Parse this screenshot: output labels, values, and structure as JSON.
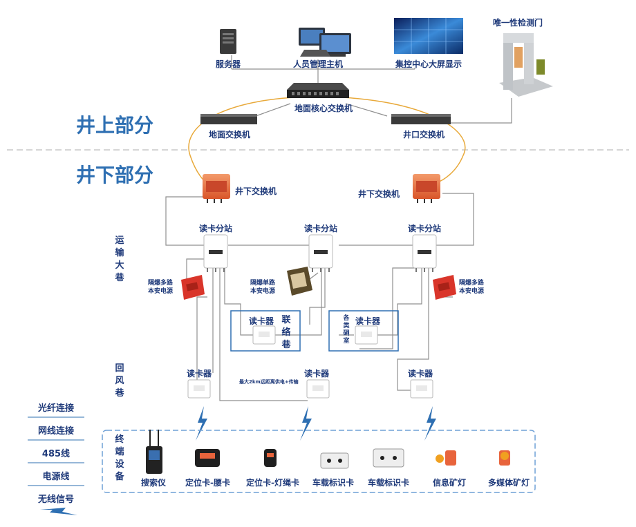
{
  "colors": {
    "optical": "#e8a93a",
    "network": "#8d8d8d",
    "accent": "#2e6fb2",
    "text": "#1f3a7a",
    "orange": "#e8643c",
    "red": "#d9352a"
  },
  "surface": {
    "title": "井上部分",
    "server": "服务器",
    "host": "人员管理主机",
    "display": "集控中心大屏显示",
    "gate": "唯一性检测门",
    "core_switch": "地面核心交换机",
    "ground_switch": "地面交换机",
    "shaft_switch": "井口交换机"
  },
  "underground": {
    "title": "井下部分",
    "switch_left": "井下交换机",
    "switch_right": "井下交换机",
    "substation_left": "读卡分站",
    "substation_mid": "读卡分站",
    "substation_right": "读卡分站",
    "power_multi_left": "隔爆多路本安电源",
    "power_single": "隔爆单路本安电源",
    "power_multi_right": "隔爆多路本安电源",
    "reader_link": "读卡器",
    "link_lane": "联络巷",
    "reader_chamber": "读卡器",
    "chamber": "各类硐室",
    "reader_return_left": "读卡器",
    "reader_return_mid": "读卡器",
    "reader_return_right": "读卡器",
    "remote_note": "最大2km远距离供电+传输",
    "transport_lane": "运输大巷",
    "return_lane": "回风巷"
  },
  "terminals": {
    "title": "终端设备",
    "items": [
      "搜索仪",
      "定位卡-腰卡",
      "定位卡-灯绳卡",
      "车载标识卡",
      "车载标识卡",
      "信息矿灯",
      "多媒体矿灯"
    ]
  },
  "legend": {
    "items": [
      "光纤连接",
      "网线连接",
      "485线",
      "电源线",
      "无线信号"
    ]
  }
}
